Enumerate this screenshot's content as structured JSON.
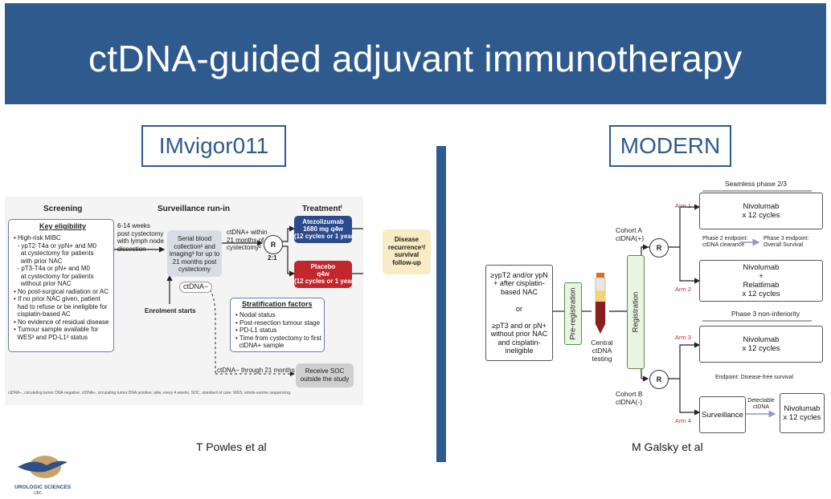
{
  "slide": {
    "title": "ctDNA-guided adjuvant immunotherapy"
  },
  "left": {
    "study": "IMvigor011",
    "author": "T Powles et al",
    "screening": {
      "heading": "Screening",
      "box_title": "Key eligibility",
      "lines": [
        "• High-risk MIBC",
        "  - ypT2-T4a or ypN+ and M0",
        "    at cystectomy for patients",
        "    with prior NAC",
        "  - pT3-T4a or pN+ and M0",
        "    at cystectomy for patients",
        "    without prior NAC",
        "• No post-surgical radiation or AC",
        "• If no prior NAC given, patient",
        "  had to refuse or be ineligible for",
        "  cisplatin-based AC",
        "• No evidence of residual disease",
        "• Tumour sample available for",
        "  WES³ and PD-L1² status"
      ]
    },
    "weeks_note": [
      "6-14 weeks",
      "post cystectomy",
      "with lymph node",
      "dissection"
    ],
    "surveillance": {
      "heading": "Surveillance run-in",
      "box": [
        "Serial blood",
        "collection² and",
        "imaging³ for up to",
        "21 months post",
        "cystectomy"
      ],
      "ctdna_neg": "ctDNA−",
      "enrolment": "Enrolment starts"
    },
    "ctdna_pos_note": [
      "ctDNA+ within",
      "21 months of",
      "cystectomy²"
    ],
    "randomise": {
      "r": "R",
      "ratio": "2:1"
    },
    "treatment": {
      "heading": "Treatmentⁱ",
      "atezo": [
        "Atezolizumab",
        "1680 mg q4w",
        "(12 cycles or 1 year)"
      ],
      "placebo": [
        "Placebo",
        "q4w",
        "(12 cycles or 1 year)"
      ]
    },
    "outcome": [
      "Disease",
      "recurrence³/",
      "survival",
      "follow-up"
    ],
    "stratification": {
      "title": "Stratification factors",
      "items": [
        "• Nodal status",
        "• Post-resection tumour stage",
        "• PD-L1 status",
        "• Time from cystectomy to first",
        "  ctDNA+ sample"
      ]
    },
    "ctdna_neg_21": "ctDNA− through 21 months",
    "soc": [
      "Receive SOC",
      "outside the study"
    ],
    "footnote": "ctDNA−, circulating tumor DNA negative; ctDNA+, circulating tumor DNA positive; q4w, every 4 weeks; SOC, standard of care; WES, whole-exome sequencing."
  },
  "right": {
    "study": "MODERN",
    "author": "M Galsky et al",
    "eligibility": [
      "≥ypT2 and/or ypN",
      "+ after cisplatin-",
      "based NAC",
      "",
      "or",
      "",
      "≥pT3 and or pN+",
      "without prior NAC",
      "and cisplatin-",
      "ineligible"
    ],
    "preregistration": "Pre-registration",
    "central_testing": [
      "Central",
      "ctDNA",
      "testing"
    ],
    "registration": "Registration",
    "cohort_a": [
      "Cohort A",
      "ctDNA(+)"
    ],
    "cohort_b": [
      "Cohort B",
      "ctDNA(-)"
    ],
    "r_label": "R",
    "seamless": "Seamless phase 2/3",
    "phase3": "Phase 3 non-inferiority",
    "arms": [
      "Arm 1",
      "Arm 2",
      "Arm 3",
      "Arm 4"
    ],
    "arm1": [
      "Nivolumab",
      "x 12 cycles"
    ],
    "arm2": [
      "Nivolumab",
      "+",
      "Relatlimab",
      "x 12 cycles"
    ],
    "arm3": [
      "Nivolumab",
      "x 12 cycles"
    ],
    "phase2_endpoint": [
      "Phase 2 endpoint:",
      "ctDNA clearance"
    ],
    "phase3_endpoint": [
      "Phase 3 endpoint:",
      "Overall Survival"
    ],
    "endpoint_dfs": "Endpoint: Disease-free survival",
    "surveillance": "Surveillance",
    "detectable": [
      "Detectable",
      "ctDNA"
    ],
    "arm4_niv": [
      "Nivolumab",
      "x 12 cycles"
    ]
  },
  "logo": {
    "text": "UROLOGIC SCIENCES",
    "sub": "UBC"
  }
}
